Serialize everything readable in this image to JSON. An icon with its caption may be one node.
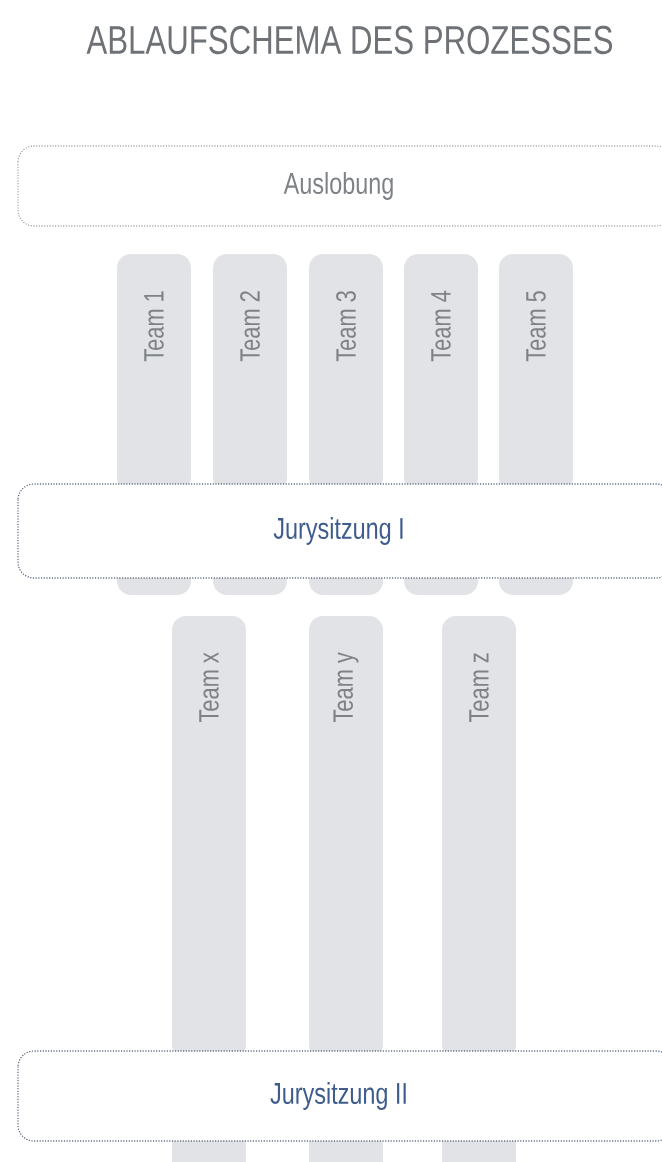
{
  "diagram": {
    "title": "ABLAUFSCHEMA DES PROZESSES",
    "nodes": [
      {
        "text": [
          "Auslobung"
        ]
      },
      {
        "text": [
          "Team 1"
        ]
      },
      {
        "text": [
          "Team 2"
        ]
      },
      {
        "text": [
          "Team 3"
        ]
      },
      {
        "text": [
          "Team 4"
        ]
      },
      {
        "text": [
          "Team 5"
        ]
      },
      {
        "text": [
          "Jurysitzung I"
        ]
      },
      {
        "text": [
          "Team x"
        ]
      },
      {
        "text": [
          "Team y"
        ]
      },
      {
        "text": [
          "Team z"
        ]
      },
      {
        "text": [
          "Jurysitzung II"
        ]
      }
    ],
    "edges": []
  }
}
